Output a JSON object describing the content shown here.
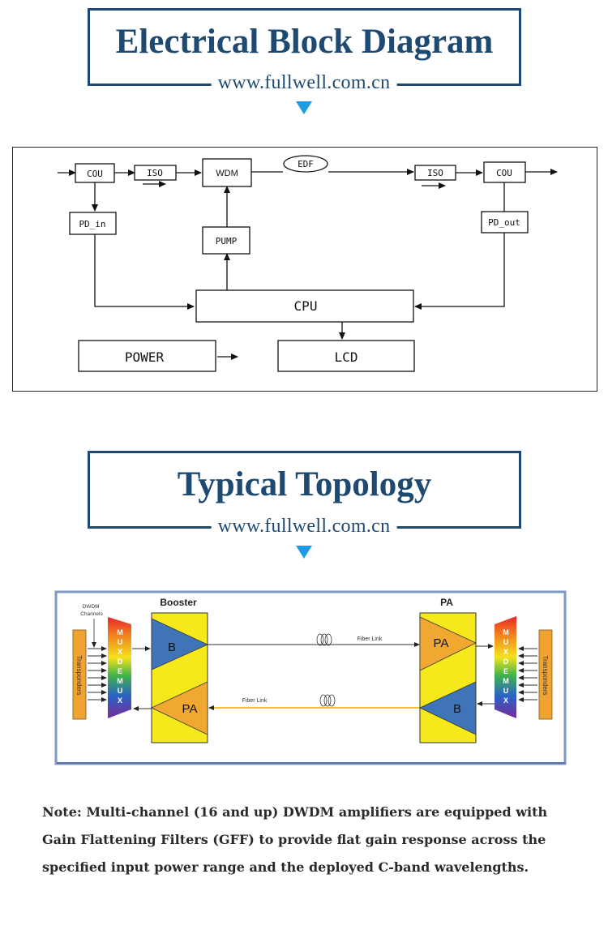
{
  "section1": {
    "title": "Electrical Block Diagram",
    "url": "www.fullwell.com.cn"
  },
  "block_diagram": {
    "cou_in": "COU",
    "iso_in": "ISO",
    "wdm": "WDM",
    "edf": "EDF",
    "iso_out": "ISO",
    "cou_out": "COU",
    "pd_in": "PD_in",
    "pd_out": "PD_out",
    "pump": "PUMP",
    "cpu": "CPU",
    "power": "POWER",
    "lcd": "LCD"
  },
  "section2": {
    "title": "Typical Topology",
    "url": "www.fullwell.com.cn"
  },
  "topology": {
    "dwdm_channels": "DWDM\nChannels",
    "transponders_left": "Transponders",
    "transponders_right": "Transponders",
    "mux_demux": "MUXDEMUX",
    "booster_label": "Booster",
    "pa_label": "PA",
    "booster_b": "B",
    "booster_pa": "PA",
    "pa_pa": "PA",
    "pa_b": "B",
    "fiber_link_top": "Fiber Link",
    "fiber_link_bottom": "Fiber Link",
    "colors": {
      "amp_yellow": "#f5e91c",
      "b_blue": "#3f74b8",
      "pa_orange": "#f0a830",
      "transponder_orange": "#f0a330",
      "return_line": "#f2c230",
      "frame_blue": "#7e9ac4"
    }
  },
  "note": "Note: Multi-channel (16 and up) DWDM amplifiers are equipped with Gain Flattening Filters (GFF) to provide flat gain response across the specified input power range and the deployed C-band wavelengths.",
  "colors": {
    "heading_blue": "#1e4a72",
    "arrow_cyan": "#1f9ce0"
  }
}
